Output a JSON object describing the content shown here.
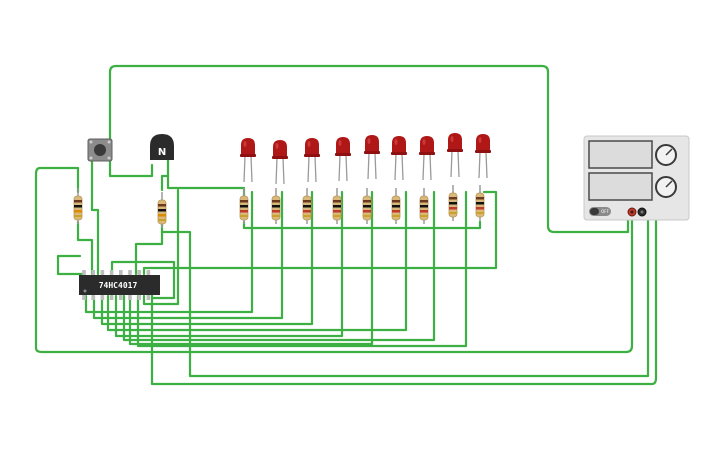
{
  "chip": {
    "label": "74HC4017"
  },
  "transistor": {
    "label": "N"
  },
  "power_supply": {
    "button_label": "OFF"
  },
  "leds": {
    "count": 9,
    "color": "#b01818"
  },
  "wire_color": "#3cb043",
  "colors": {
    "chip_body": "#2b2b2b",
    "psu_body": "#e6e6e6",
    "psu_display": "#d9d9d9",
    "resistor_body": "#d9b87c",
    "terminal_red": "#c0392b"
  }
}
